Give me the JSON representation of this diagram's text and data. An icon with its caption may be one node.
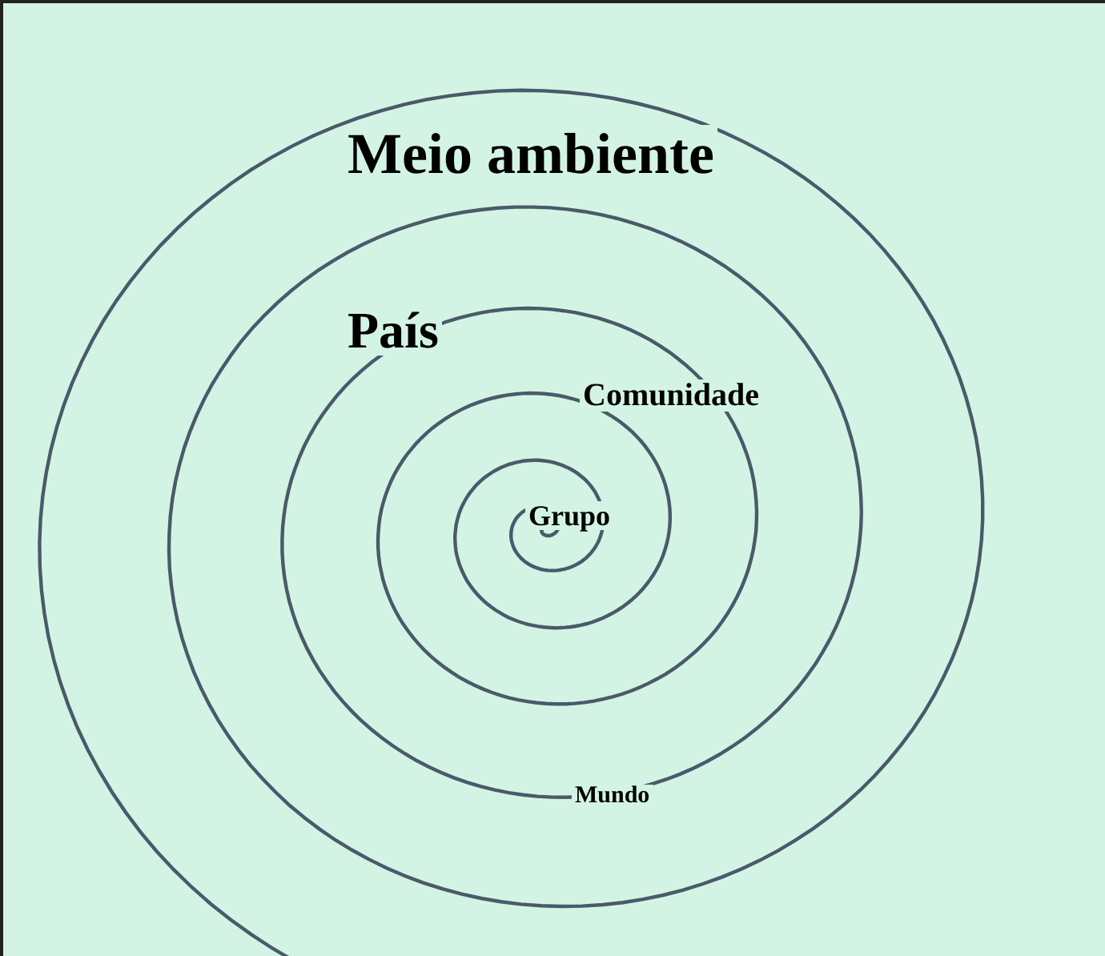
{
  "diagram": {
    "labels": [
      "Meio ambiente",
      "País",
      "Comunidade",
      "Grupo",
      "Mundo"
    ]
  }
}
